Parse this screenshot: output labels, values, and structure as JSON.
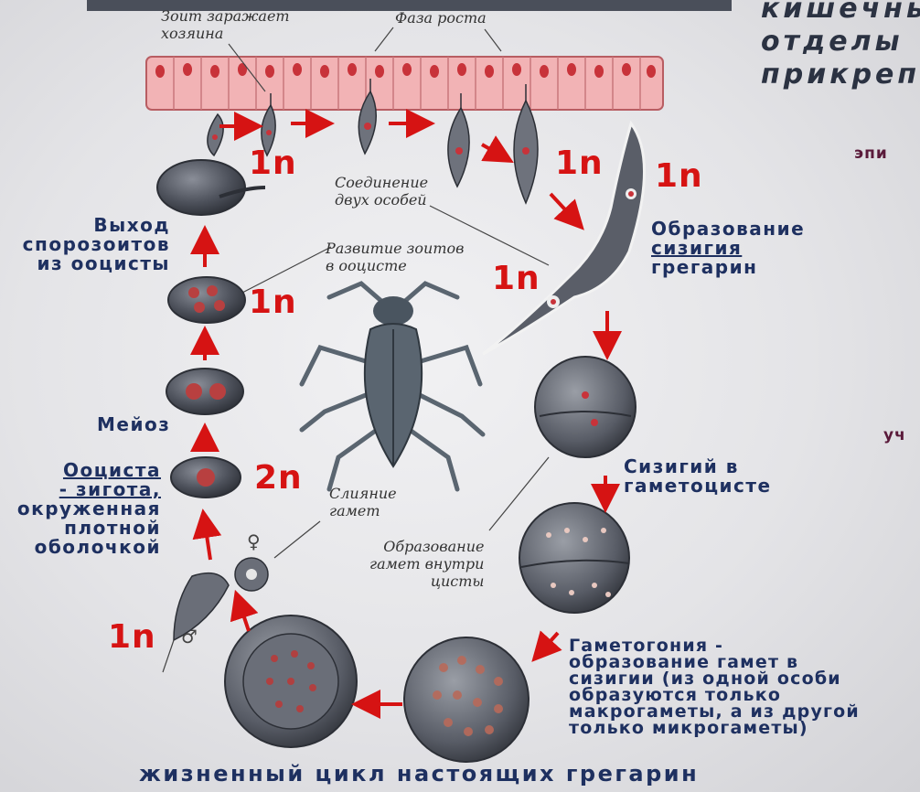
{
  "header_right": [
    "кишечнь",
    "отделы",
    "прикреп"
  ],
  "side_fragments": {
    "epi": "эпи",
    "uch": "уч"
  },
  "italic_notes": {
    "zoit_l1": "Зоит заражает",
    "zoit_l2": "хозяина",
    "growth": "Фаза роста",
    "join_l1": "Соединение",
    "join_l2": "двух особей",
    "dev_l1": "Развитие зоитов",
    "dev_l2": "в ооцисте",
    "fusion_l1": "Слияние",
    "fusion_l2": "гамет",
    "form_l1": "Образование",
    "form_l2": "гамет внутри",
    "form_l3": "цисты"
  },
  "labels": {
    "exit_l1": "Выход",
    "exit_l2": "спорозоитов",
    "exit_l3": "из ооцисты",
    "meiosis": "Мейоз",
    "oocyst_l1": "Ооциста",
    "oocyst_l2": "- зигота,",
    "oocyst_l3": "окруженная",
    "oocyst_l4": "плотной",
    "oocyst_l5": "оболочкой",
    "syzygy_l1": "Образование",
    "syzygy_l2": "сизигия",
    "syzygy_l3": "грегарин",
    "gametocyst_l1": "Сизигий в",
    "gametocyst_l2": "гаметоцисте",
    "gametogony_l1": "Гаметогония -",
    "gametogony_l2": "образование гамет в",
    "gametogony_l3": "сизигии (из одной особи",
    "gametogony_l4": "образуются только",
    "gametogony_l5": "макрогаметы, а из другой",
    "gametogony_l6": "только микрогаметы)"
  },
  "ploidy": {
    "p1": "1n",
    "p2": "1n",
    "p3": "1n",
    "p4": "1n",
    "p5": "1n",
    "p6": "2n",
    "p7": "1n"
  },
  "symbols": {
    "female": "♀",
    "male": "♂"
  },
  "caption": "жизненный цикл настоящих грегарин",
  "colors": {
    "arrow": "#d61313",
    "label": "#1e3060",
    "cell": "#4a4e58",
    "epithelium": "#f2b3b5"
  }
}
